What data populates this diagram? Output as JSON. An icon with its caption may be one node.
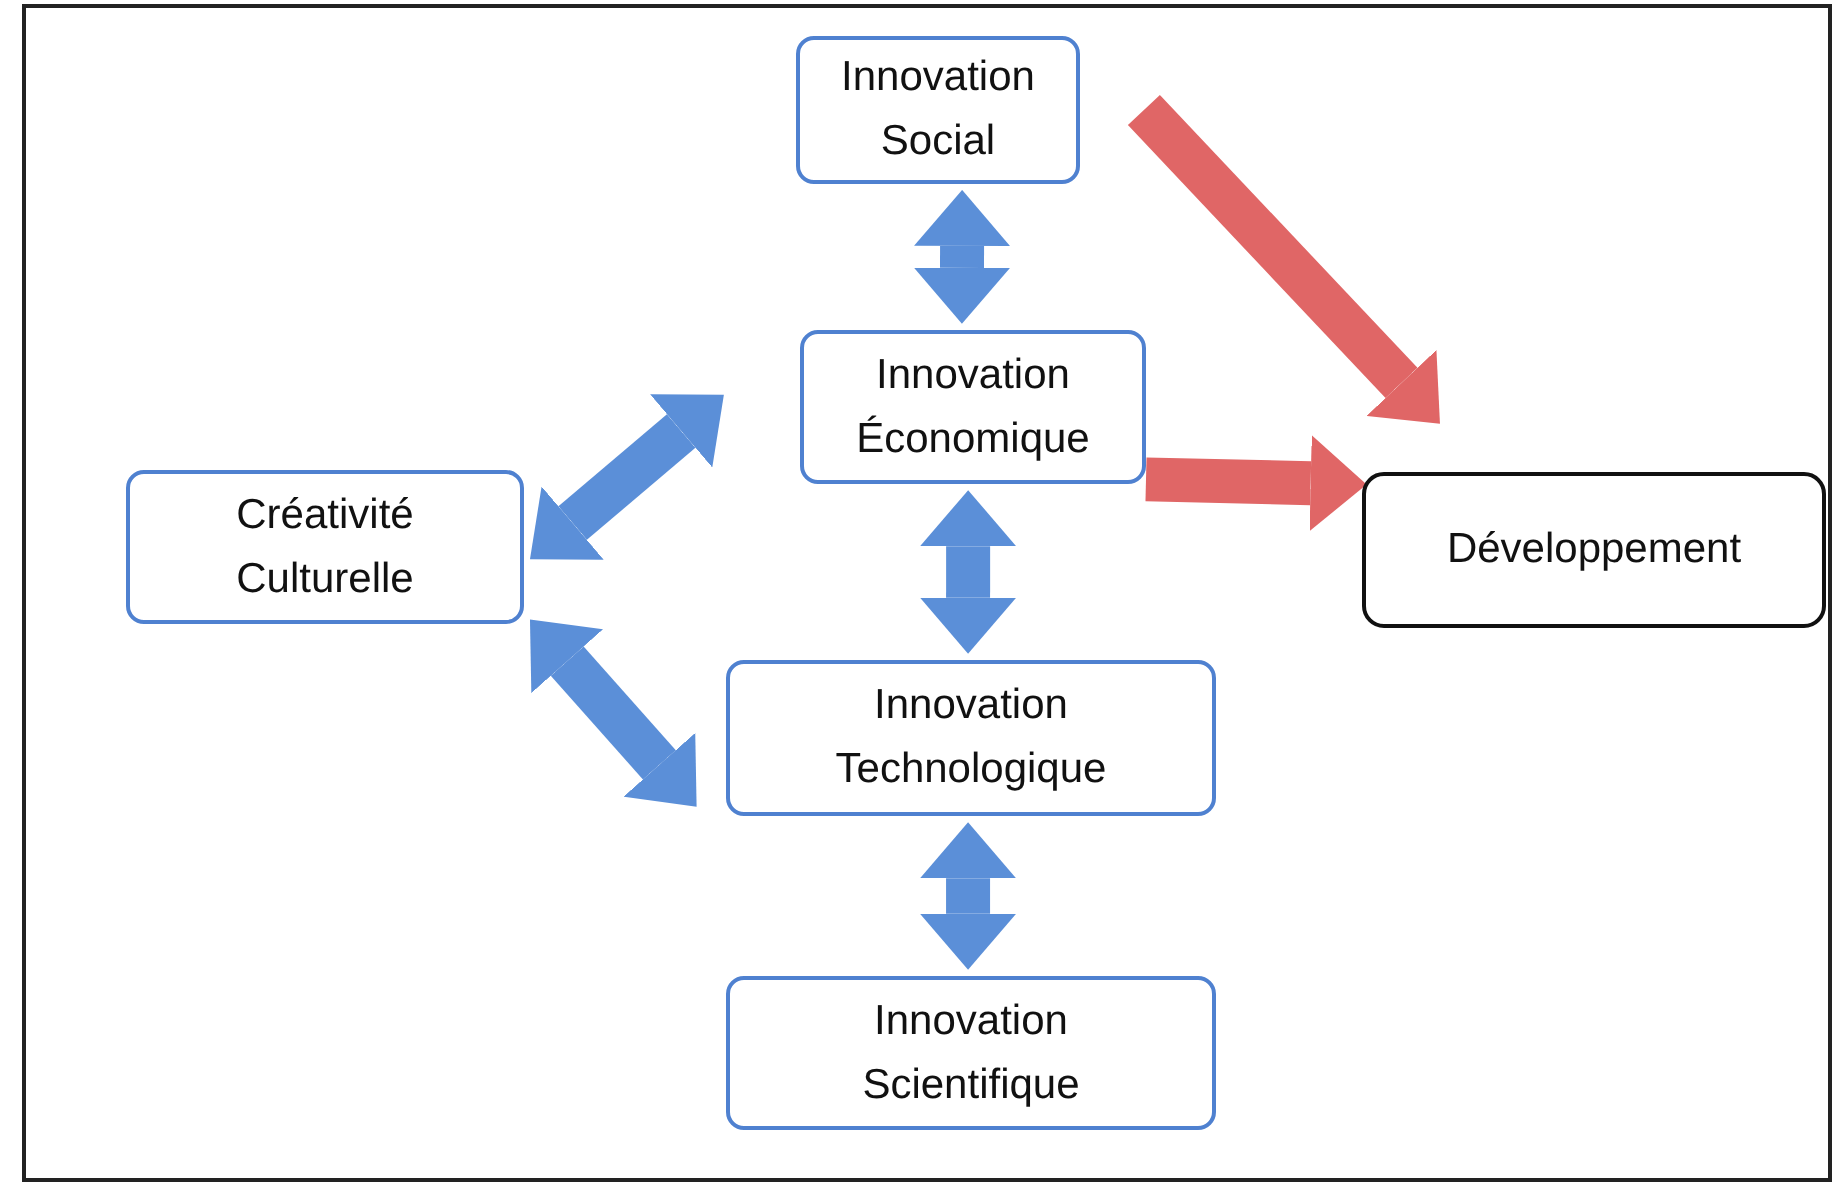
{
  "diagram": {
    "nodes": [
      {
        "text": [
          "Innovation Social"
        ]
      },
      {
        "text": [
          "Innovation Économique"
        ]
      },
      {
        "text": [
          "Créativité Culturelle"
        ]
      },
      {
        "text": [
          "Développement"
        ]
      },
      {
        "text": [
          "Innovation Technologique"
        ]
      },
      {
        "text": [
          "Innovation Scientifique"
        ]
      }
    ],
    "edges": [
      {
        "from": 0,
        "to": 1,
        "arrow": "both"
      },
      {
        "from": 2,
        "to": 1,
        "arrow": "both"
      },
      {
        "from": 2,
        "to": 4,
        "arrow": "both"
      },
      {
        "from": 1,
        "to": 4,
        "arrow": "both"
      },
      {
        "from": 4,
        "to": 5,
        "arrow": "both"
      },
      {
        "from": 0,
        "to": 3,
        "arrow": "to",
        "color": "#e06666"
      },
      {
        "from": 1,
        "to": 3,
        "arrow": "to",
        "color": "#e06666"
      }
    ]
  }
}
